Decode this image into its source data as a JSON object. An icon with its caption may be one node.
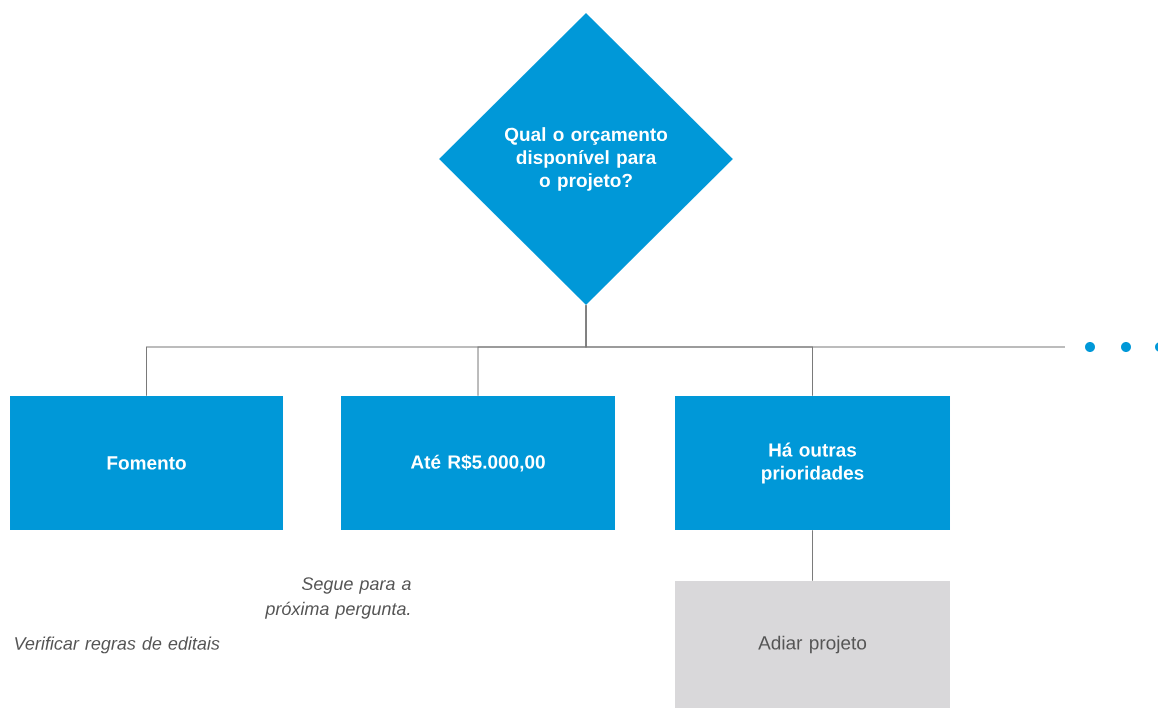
{
  "diagram": {
    "nodes": [
      {
        "text": [
          "Qual o orçamento disponível para o projeto?"
        ]
      },
      {
        "text": [
          "Fomento"
        ]
      },
      {
        "text": [
          "Até R$5.000,00"
        ]
      },
      {
        "text": [
          "Há outras prioridades"
        ]
      },
      {
        "text": [
          "Adiar projeto"
        ]
      }
    ],
    "edges": [
      {
        "from": 0,
        "to": 1,
        "arrow": "none"
      },
      {
        "from": 0,
        "to": 2,
        "arrow": "none"
      },
      {
        "from": 0,
        "to": 3,
        "arrow": "none"
      },
      {
        "from": 0,
        "to": null,
        "arrow": "none"
      },
      {
        "from": 3,
        "to": 4,
        "arrow": "none"
      }
    ],
    "labels": [
      "Segue para a próxima pergunta.",
      "Verificar regras de editais"
    ]
  }
}
